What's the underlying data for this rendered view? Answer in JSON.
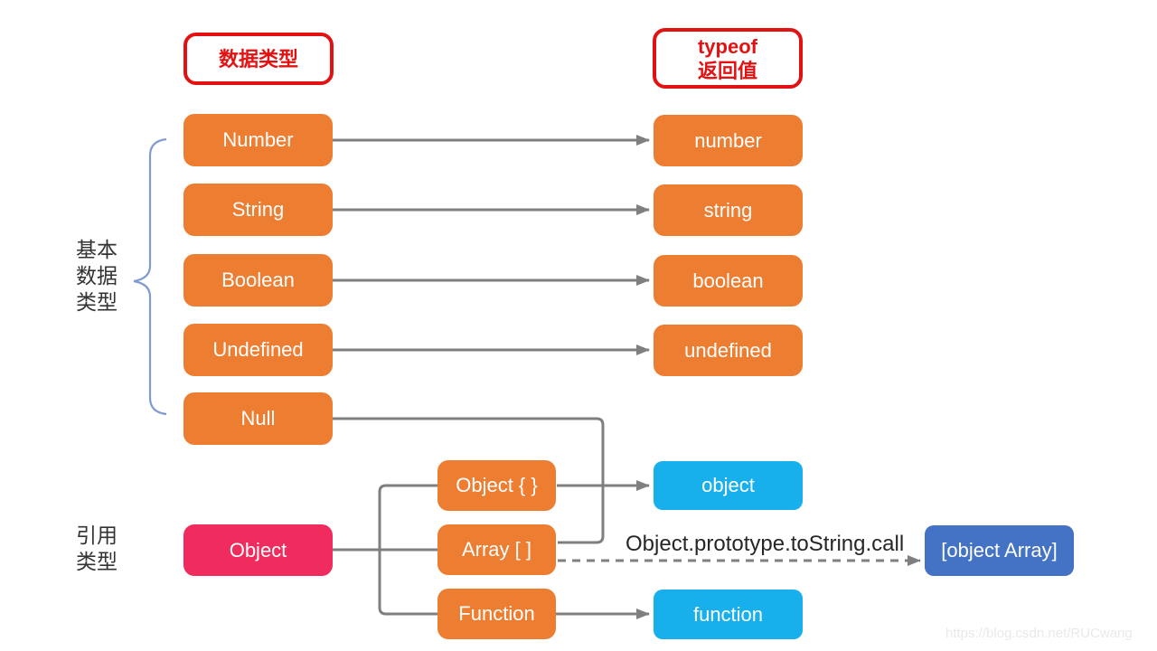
{
  "headers": {
    "data_type": "数据类型",
    "typeof_return": "typeof\n返回值"
  },
  "group_labels": {
    "primitive": "基本\n数据\n类型",
    "reference": "引用\n类型"
  },
  "left_nodes": {
    "number": "Number",
    "string": "String",
    "boolean": "Boolean",
    "undefined": "Undefined",
    "null": "Null",
    "object": "Object"
  },
  "middle_nodes": {
    "object_literal": "Object { }",
    "array_literal": "Array [ ]",
    "function": "Function"
  },
  "result_nodes": {
    "number": "number",
    "string": "string",
    "boolean": "boolean",
    "undefined": "undefined",
    "object": "object",
    "function": "function",
    "object_array": "[object Array]"
  },
  "annotations": {
    "dashed_arrow_label": "Object.prototype.toString.call",
    "watermark": "https://blog.csdn.net/RUCwang"
  },
  "colors": {
    "primitive_box": "#ED7D31",
    "reference_root_box": "#F02B5D",
    "typeof_result_box": "#18B0EC",
    "tostring_result_box": "#4472C4",
    "header_border": "#E21212",
    "connector_line": "#7F7F7F",
    "brace": "#7F9BD1",
    "label_text": "#333333",
    "watermark_text": "#E9E9E9"
  }
}
